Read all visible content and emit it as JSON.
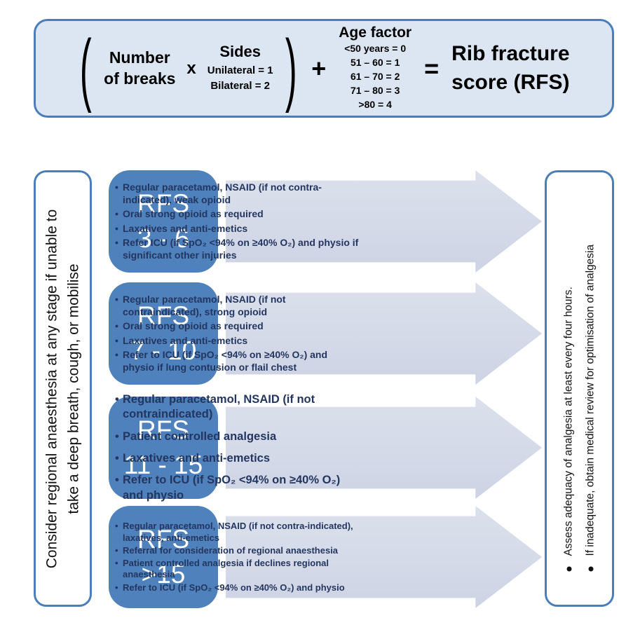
{
  "formula": {
    "open_paren": "(",
    "number_lines": [
      "Number",
      "of breaks"
    ],
    "times": "x",
    "sides_title": "Sides",
    "sides_lines": [
      "Unilateral = 1",
      "Bilateral = 2"
    ],
    "close_paren": ")",
    "plus": "+",
    "age_title": "Age factor",
    "age_lines": [
      "<50 years = 0",
      "51 – 60 = 1",
      "61 – 70 = 2",
      "71 – 80 = 3",
      ">80 = 4"
    ],
    "equals": "=",
    "result_lines": [
      "Rib fracture",
      "score (RFS)"
    ]
  },
  "left_note": {
    "lines": [
      "Consider regional anaesthesia at any stage if unable to",
      "take a deep breath, cough, or mobilise"
    ]
  },
  "right_note": {
    "bullets": [
      "Assess adequacy of analgesia at least every four hours.",
      "If inadequate, obtain medical review for optimisation of analgesia"
    ]
  },
  "rows": [
    {
      "score_lines": [
        "RFS",
        "3 - 6"
      ],
      "bullets": [
        "Regular paracetamol, NSAID (if not contra-indicated), weak opioid",
        "Oral strong opioid as required",
        "Laxatives and anti-emetics",
        "Refer ICU (if SpO₂ <94% on ≥40% O₂) and physio if significant other injuries"
      ]
    },
    {
      "score_lines": [
        "RFS",
        "7 - 10"
      ],
      "bullets": [
        "Regular paracetamol, NSAID (if not contraindicated), strong opioid",
        "Oral strong opioid as required",
        "Laxatives and anti-emetics",
        "Refer to ICU (if SpO₂ <94% on ≥40% O₂) and physio if lung contusion or flail chest"
      ]
    },
    {
      "score_lines": [
        "RFS",
        "11 - 15"
      ],
      "bullets": [
        "Regular paracetamol, NSAID (if not contraindicated)",
        "Patient controlled analgesia",
        "Laxatives and anti-emetics",
        "Refer to ICU (if SpO₂ <94% on ≥40% O₂) and physio"
      ]
    },
    {
      "score_lines": [
        "RFS",
        ">15"
      ],
      "bullets": [
        "Regular paracetamol, NSAID (if not contra-indicated), laxatives, anti-emetics",
        "Referral for consideration of regional anaesthesia",
        "Patient controlled analgesia if declines regional anaesthesia",
        "Refer to ICU (if SpO₂ <94% on ≥40% O₂) and physio"
      ]
    }
  ],
  "colors": {
    "accent_blue": "#4f81bd",
    "border_blue": "#4a7ebb",
    "formula_fill": "#dce6f3",
    "arrow_fill": "#d6dbe9",
    "bullet_text": "#23365f"
  }
}
